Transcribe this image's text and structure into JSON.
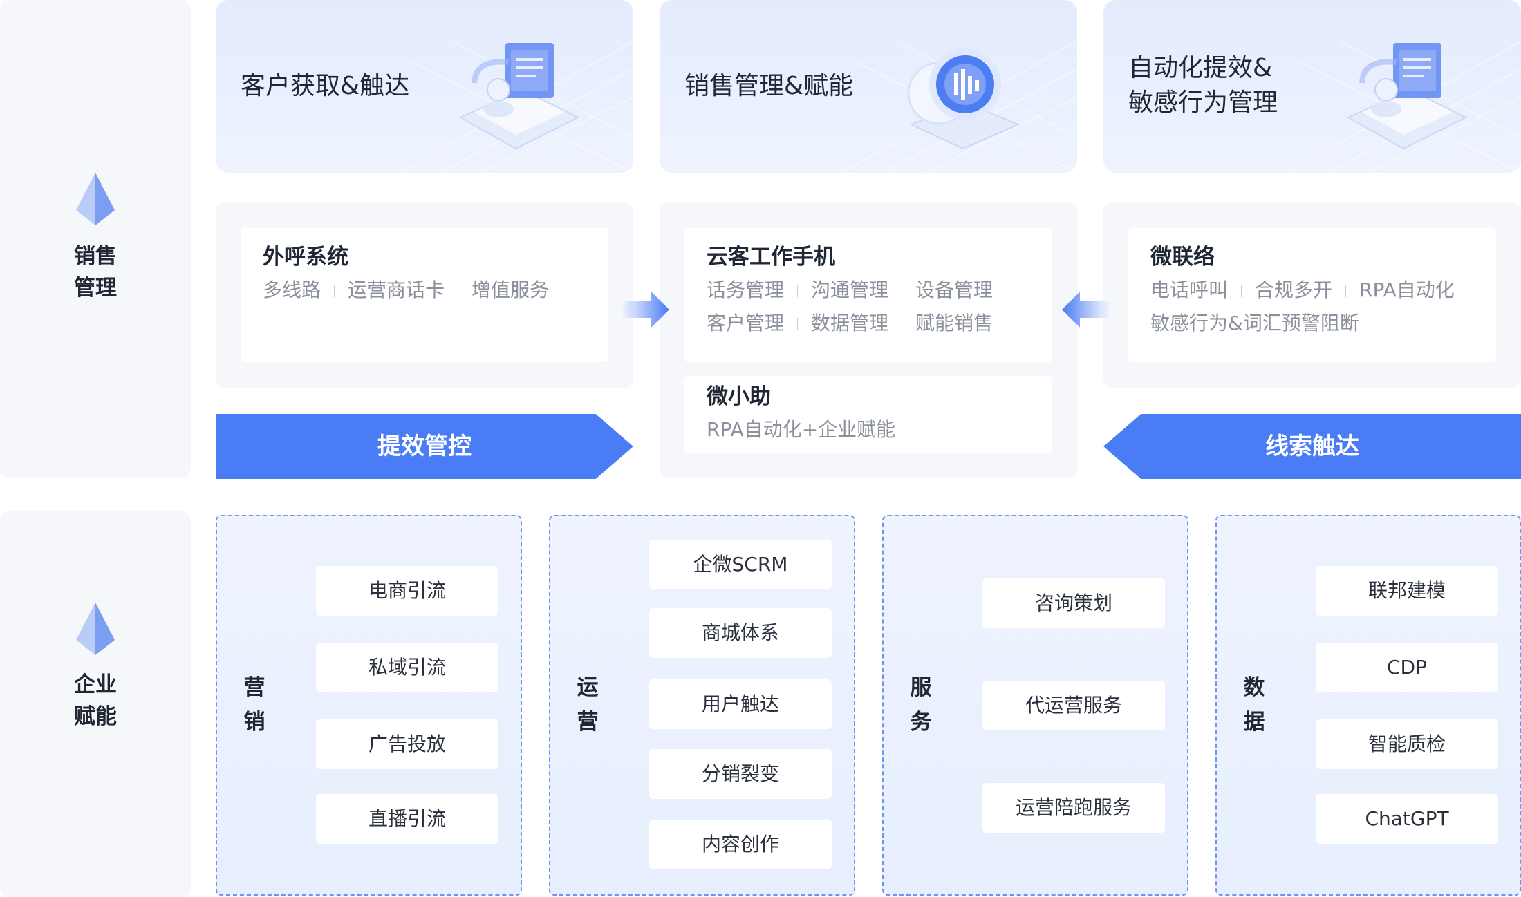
{
  "side": {
    "sales_line1": "销售",
    "sales_line2": "管理",
    "enable_line1": "企业",
    "enable_line2": "赋能"
  },
  "top_cards": [
    {
      "lines": [
        "客户获取&触达"
      ]
    },
    {
      "lines": [
        "销售管理&赋能"
      ]
    },
    {
      "lines": [
        "自动化提效&",
        "敏感行为管理"
      ]
    }
  ],
  "panels": {
    "outbound": {
      "title": "外呼系统",
      "items": [
        "多线路",
        "运营商话卡",
        "增值服务"
      ]
    },
    "cloud_phone": {
      "title": "云客工作手机",
      "row1": [
        "话务管理",
        "沟通管理",
        "设备管理"
      ],
      "row2": [
        "客户管理",
        "数据管理",
        "赋能销售"
      ]
    },
    "assistant": {
      "title": "微小助",
      "desc": "RPA自动化+企业赋能"
    },
    "wechat": {
      "title": "微联络",
      "row1": [
        "电话呼叫",
        "合规多开",
        "RPA自动化"
      ],
      "row2": "敏感行为&词汇预警阻断"
    }
  },
  "ribbons": {
    "left": "提效管控",
    "right": "线索触达"
  },
  "categories": [
    {
      "label1": "营",
      "label2": "销",
      "items": [
        "电商引流",
        "私域引流",
        "广告投放",
        "直播引流"
      ]
    },
    {
      "label1": "运",
      "label2": "营",
      "items": [
        "企微SCRM",
        "商城体系",
        "用户触达",
        "分销裂变",
        "内容创作"
      ]
    },
    {
      "label1": "服",
      "label2": "务",
      "items": [
        "咨询策划",
        "代运营服务",
        "运营陪跑服务"
      ]
    },
    {
      "label1": "数",
      "label2": "据",
      "items": [
        "联邦建模",
        "CDP",
        "智能质检",
        "ChatGPT"
      ]
    }
  ],
  "colors": {
    "accent": "#4a7cf6",
    "panel_bg": "#f5f7fb",
    "card_bg": "#e6edfd",
    "dashed_border": "#6f93f2"
  },
  "icons": {
    "prism": "prism-icon",
    "arrow_right": "arrow-right-icon",
    "arrow_left": "arrow-left-icon",
    "top_card_illustrations": [
      "monitor-illustration",
      "media-sphere-illustration",
      "monitor-illustration"
    ]
  }
}
